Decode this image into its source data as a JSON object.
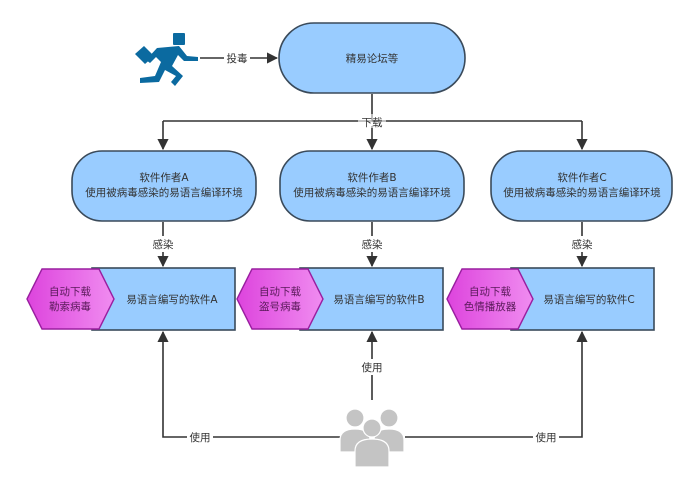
{
  "colors": {
    "node_fill": "#99ccff",
    "node_stroke": "#3a4a5a",
    "hex_fill": "#dd44dd",
    "hex_fill_light": "#f08cf0",
    "hex_stroke": "#9a1fa0",
    "line": "#333333",
    "attacker_icon": "#0b6aa0",
    "users_icon": "#c4c4c4"
  },
  "nodes": {
    "forum": {
      "label": "精易论坛等"
    },
    "author_a": {
      "line1": "软件作者A",
      "line2": "使用被病毒感染的易语言编译环境"
    },
    "author_b": {
      "line1": "软件作者B",
      "line2": "使用被病毒感染的易语言编译环境"
    },
    "author_c": {
      "line1": "软件作者C",
      "line2": "使用被病毒感染的易语言编译环境"
    },
    "software_a": {
      "label": "易语言编写的软件A"
    },
    "software_b": {
      "label": "易语言编写的软件B"
    },
    "software_c": {
      "label": "易语言编写的软件C"
    },
    "payload_a": {
      "line1": "自动下载",
      "line2": "勒索病毒"
    },
    "payload_b": {
      "line1": "自动下载",
      "line2": "盗号病毒"
    },
    "payload_c": {
      "line1": "自动下载",
      "line2": "色情播放器"
    }
  },
  "edges": {
    "poison": "投毒",
    "download": "下载",
    "infect_a": "感染",
    "infect_b": "感染",
    "infect_c": "感染",
    "use_a": "使用",
    "use_b": "使用",
    "use_c": "使用"
  },
  "icons": {
    "attacker": "running-man-icon",
    "users": "user-group-icon"
  }
}
